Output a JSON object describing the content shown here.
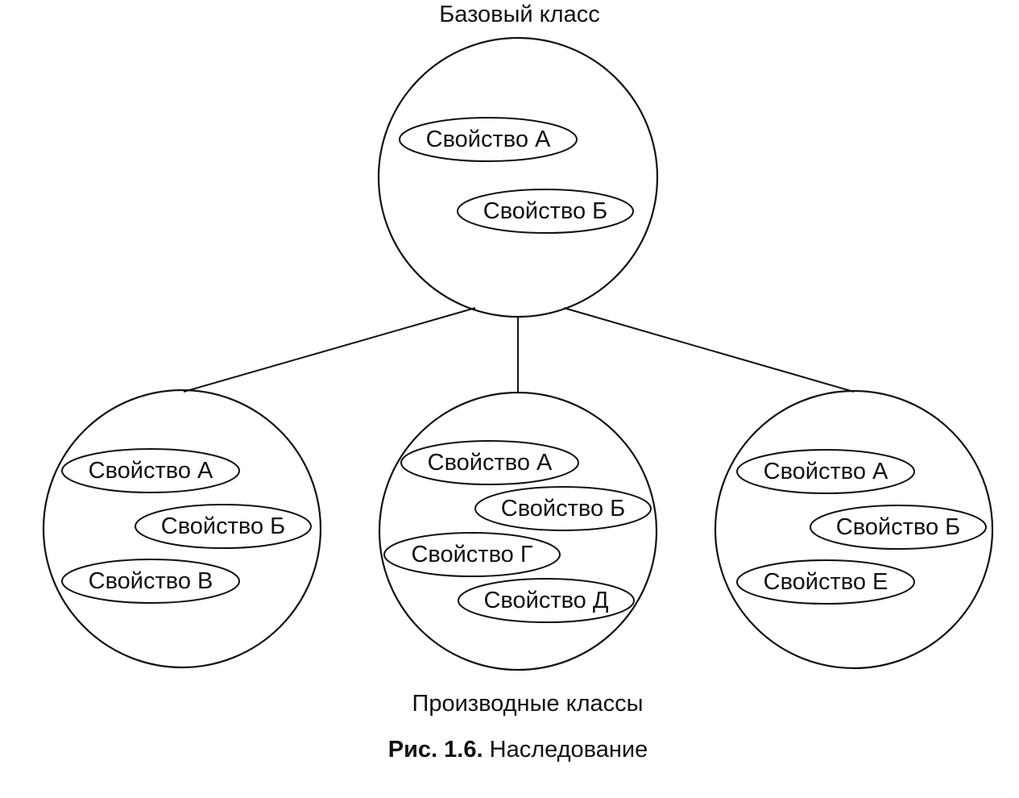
{
  "diagram": {
    "base_label": "Базовый класс",
    "derived_label": "Производные классы",
    "base_class": {
      "properties": [
        "Свойство А",
        "Свойство Б"
      ]
    },
    "derived_classes": [
      {
        "properties": [
          "Свойство А",
          "Свойство Б",
          "Свойство В"
        ]
      },
      {
        "properties": [
          "Свойство А",
          "Свойство Б",
          "Свойство Г",
          "Свойство Д"
        ]
      },
      {
        "properties": [
          "Свойство А",
          "Свойство Б",
          "Свойство Е"
        ]
      }
    ]
  },
  "caption": {
    "number": "Рис. 1.6.",
    "title": "Наследование"
  }
}
